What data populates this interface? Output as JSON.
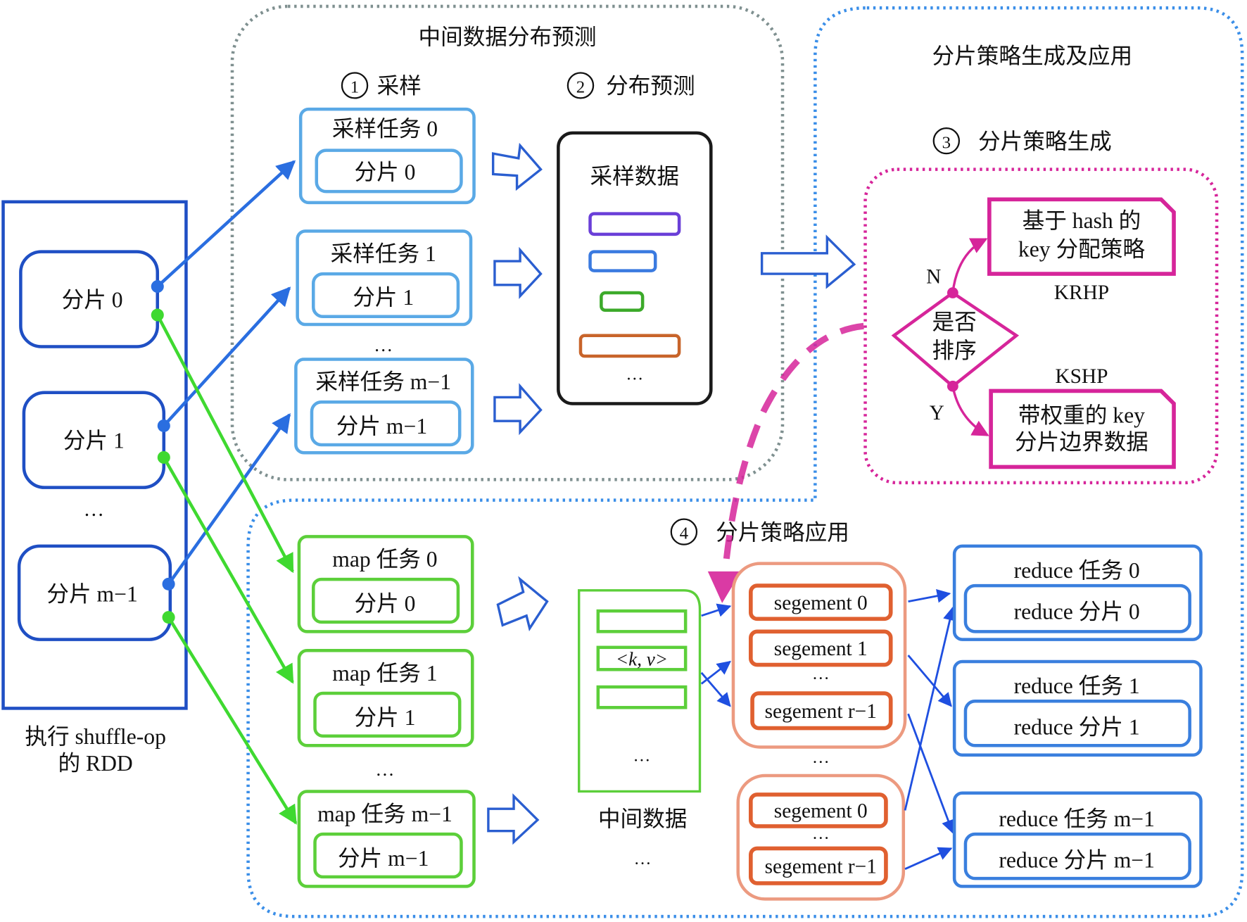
{
  "regions": {
    "distribution_prediction": "中间数据分布预测",
    "strategy_gen_apply": "分片策略生成及应用"
  },
  "steps": {
    "s1": {
      "num": "1",
      "label": "采样"
    },
    "s2": {
      "num": "2",
      "label": "分布预测"
    },
    "s3": {
      "num": "3",
      "label": "分片策略生成"
    },
    "s4": {
      "num": "4",
      "label": "分片策略应用"
    }
  },
  "rdd": {
    "caption_line1": "执行 shuffle-op",
    "caption_line2": "的 RDD",
    "partitions": [
      "分片 0",
      "分片 1",
      "分片 m−1"
    ],
    "ellipsis": "…"
  },
  "sample_tasks": [
    {
      "title": "采样任务 0",
      "partition": "分片 0"
    },
    {
      "title": "采样任务 1",
      "partition": "分片 1"
    },
    {
      "title": "采样任务 m−1",
      "partition": "分片 m−1"
    }
  ],
  "sample_data": {
    "title": "采样数据",
    "ellipsis": "…"
  },
  "strategy": {
    "decision_line1": "是否",
    "decision_line2": "排序",
    "no_label": "N",
    "yes_label": "Y",
    "krhp_box_line1": "基于 hash 的",
    "krhp_box_line2": "key 分配策略",
    "krhp_name": "KRHP",
    "kshp_name": "KSHP",
    "kshp_box_line1": "带权重的 key",
    "kshp_box_line2": "分片边界数据"
  },
  "map_tasks": [
    {
      "title": "map 任务 0",
      "partition": "分片 0"
    },
    {
      "title": "map 任务 1",
      "partition": "分片 1"
    },
    {
      "title": "map 任务 m−1",
      "partition": "分片 m−1"
    }
  ],
  "intermediate": {
    "kv_label": "<k, v>",
    "ellipsis": "…",
    "caption": "中间数据",
    "caption_ellipsis": "…"
  },
  "segments_group_a": [
    "segement 0",
    "segement 1",
    "segement r−1"
  ],
  "segments_group_b": [
    "segement 0",
    "segement r−1"
  ],
  "reduce_tasks": [
    {
      "title": "reduce 任务 0",
      "partition": "reduce 分片 0"
    },
    {
      "title": "reduce 任务 1",
      "partition": "reduce 分片 1"
    },
    {
      "title": "reduce 任务 m−1",
      "partition": "reduce 分片 m−1"
    }
  ],
  "colors": {
    "rdd_blue": "#1f4fc4",
    "sample_blue": "#5aa9e6",
    "arrow_blue": "#2a6ee0",
    "map_green": "#5ccf3a",
    "line_green": "#3fd930",
    "magenta": "#d6259a",
    "segment_orange": "#e06030",
    "segment_group": "#ec9a80",
    "reduce_blue": "#3a7fde"
  }
}
